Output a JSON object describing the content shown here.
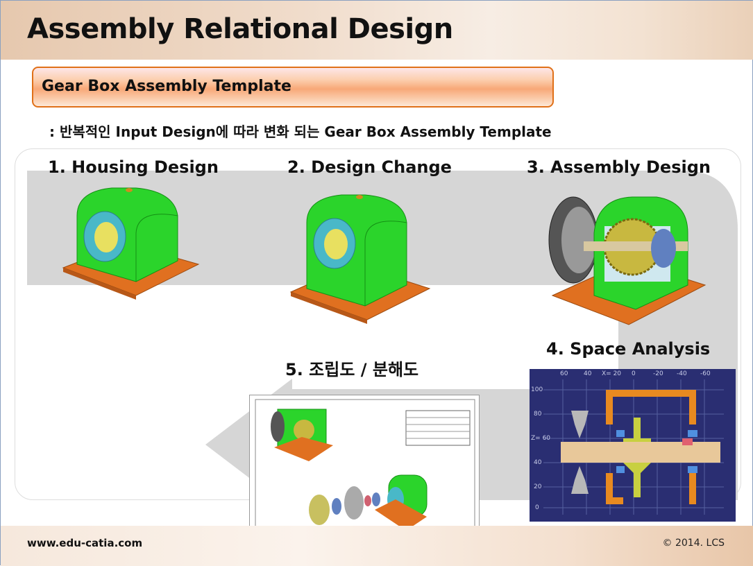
{
  "header": {
    "title": "Assembly Relational Design"
  },
  "section": {
    "title": "Gear Box Assembly Template",
    "subtitle": ": 반복적인 Input Design에 따라 변화 되는 Gear Box Assembly Template"
  },
  "steps": [
    {
      "label": "1. Housing Design"
    },
    {
      "label": "2. Design Change"
    },
    {
      "label": "3. Assembly Design"
    },
    {
      "label": "4. Space Analysis"
    },
    {
      "label": "5. 조립도 / 분해도"
    }
  ],
  "space_analysis": {
    "x_ticks": [
      "60",
      "40",
      "X= 20",
      "0",
      "-20",
      "-40",
      "-60"
    ],
    "z_ticks": [
      "100",
      "80",
      "Z= 60",
      "40",
      "20",
      "0"
    ]
  },
  "footer": {
    "url": "www.edu-catia.com",
    "copyright": "© 2014.  LCS"
  },
  "colors": {
    "accent": "#e07018",
    "housing": "#22cc22",
    "base": "#e07020",
    "flow": "#d6d6d6"
  }
}
